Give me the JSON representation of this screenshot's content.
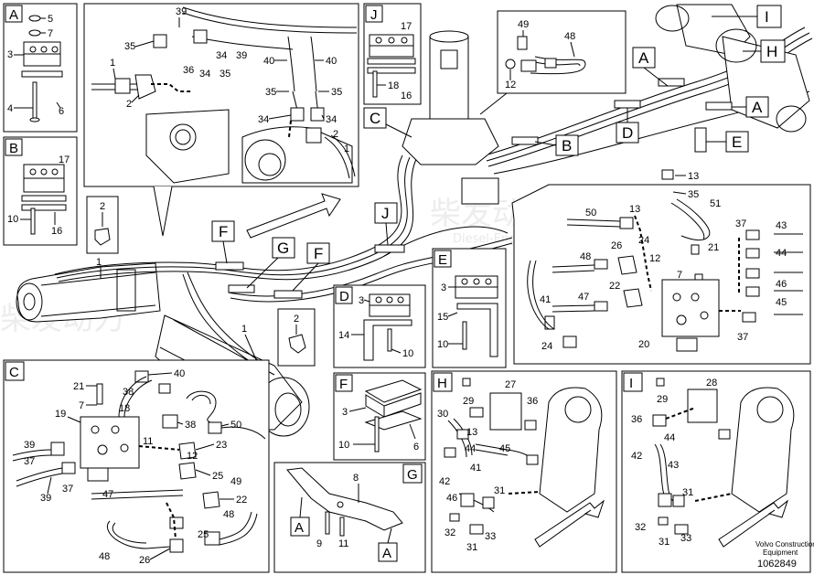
{
  "watermark": {
    "cn": "柴发动力",
    "en": "Diesel-Engines"
  },
  "footer": {
    "brand_line1": "Volvo Construction",
    "brand_line2": "Equipment",
    "doc_number": "1062849"
  },
  "panels": {
    "A": {
      "letter": "A",
      "labels": [
        "5",
        "7",
        "3",
        "4",
        "6"
      ]
    },
    "B": {
      "letter": "B",
      "labels": [
        "17",
        "10",
        "16"
      ]
    },
    "J": {
      "letter": "J",
      "labels": [
        "17",
        "18",
        "16"
      ]
    },
    "C": {
      "letter": "C",
      "labels": [
        "21",
        "40",
        "7",
        "38",
        "19",
        "18",
        "38",
        "39",
        "50",
        "37",
        "11",
        "23",
        "12",
        "39",
        "37",
        "25",
        "49",
        "47",
        "22",
        "48",
        "26",
        "25",
        "48"
      ]
    },
    "D": {
      "letter": "D",
      "labels": [
        "3",
        "14",
        "10"
      ]
    },
    "E": {
      "letter": "E",
      "labels": [
        "3",
        "15",
        "10"
      ]
    },
    "F": {
      "letter": "F",
      "labels": [
        "3",
        "10",
        "6"
      ]
    },
    "G": {
      "letter": "G",
      "labels": [
        "8",
        "9",
        "11"
      ],
      "refs": [
        "A",
        "A"
      ]
    },
    "H": {
      "letter": "H",
      "labels": [
        "27",
        "29",
        "30",
        "13",
        "36",
        "44",
        "42",
        "41",
        "45",
        "46",
        "31",
        "32",
        "31",
        "33"
      ]
    },
    "I": {
      "letter": "I",
      "labels": [
        "28",
        "29",
        "36",
        "44",
        "42",
        "43",
        "31",
        "32",
        "31",
        "33"
      ]
    },
    "detail_top": {
      "labels": [
        "39",
        "35",
        "1",
        "2",
        "36",
        "34",
        "35",
        "39",
        "34",
        "40",
        "40",
        "35",
        "35",
        "34",
        "34",
        "2",
        "1"
      ]
    },
    "detail_valve": {
      "labels": [
        "13",
        "35",
        "51",
        "13",
        "50",
        "24",
        "37",
        "43",
        "48",
        "26",
        "21",
        "44",
        "12",
        "7",
        "46",
        "47",
        "22",
        "41",
        "45",
        "37",
        "24",
        "20"
      ]
    },
    "detail_small": {
      "labels": [
        "49",
        "48",
        "12"
      ]
    },
    "main": {
      "labels": [
        "1",
        "2",
        "2",
        "1"
      ],
      "callouts": [
        "I",
        "H",
        "A",
        "A",
        "B",
        "D",
        "E",
        "C",
        "F",
        "G",
        "F",
        "J"
      ]
    }
  }
}
